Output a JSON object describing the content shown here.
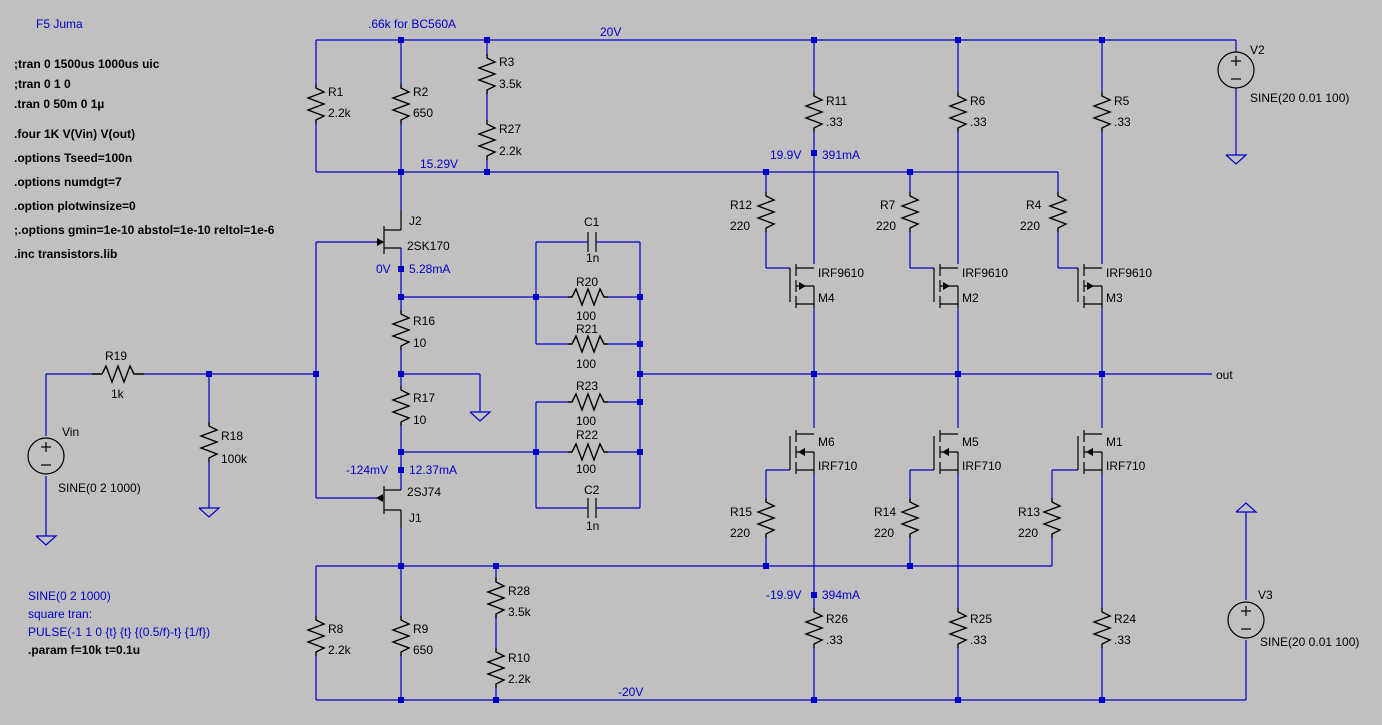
{
  "title": "F5 Juma",
  "directives": {
    "left": [
      ";tran 0 1500us 1000us uic",
      ";tran 0 1 0",
      ".tran 0 50m 0 1µ",
      ".four 1K V(Vin) V(out)",
      ".options Tseed=100n",
      ".options numdgt=7",
      ".option plotwinsize=0",
      ";.options gmin=1e-10 abstol=1e-10 reltol=1e-6",
      ".inc transistors.lib"
    ],
    "bottom": [
      "SINE(0 2 1000)",
      "square tran:",
      "PULSE(-1 1 0 {t} {t} {(0.5/f)-t} {1/f})",
      ".param f=10k t=0.1u"
    ]
  },
  "nets": {
    "vplus": "20V",
    "vminus": "-20V",
    "note_bc560": ".66k for BC560A",
    "out": "out",
    "v_bias": "15.29V"
  },
  "probes": {
    "top_v": "19.9V",
    "top_i": "391mA",
    "bot_v": "-19.9V",
    "bot_i": "394mA",
    "j2_v": "0V",
    "j2_i": "5.28mA",
    "j1_v": "-124mV",
    "j1_i": "12.37mA"
  },
  "resistors": {
    "R1": {
      "name": "R1",
      "value": "2.2k"
    },
    "R2": {
      "name": "R2",
      "value": "650"
    },
    "R3": {
      "name": "R3",
      "value": "3.5k"
    },
    "R27": {
      "name": "R27",
      "value": "2.2k"
    },
    "R11": {
      "name": "R11",
      "value": ".33"
    },
    "R6": {
      "name": "R6",
      "value": ".33"
    },
    "R5": {
      "name": "R5",
      "value": ".33"
    },
    "R12": {
      "name": "R12",
      "value": "220"
    },
    "R7": {
      "name": "R7",
      "value": "220"
    },
    "R4": {
      "name": "R4",
      "value": "220"
    },
    "R20": {
      "name": "R20",
      "value": "100"
    },
    "R21": {
      "name": "R21",
      "value": "100"
    },
    "R23": {
      "name": "R23",
      "value": "100"
    },
    "R22": {
      "name": "R22",
      "value": "100"
    },
    "R16": {
      "name": "R16",
      "value": "10"
    },
    "R17": {
      "name": "R17",
      "value": "10"
    },
    "R19": {
      "name": "R19",
      "value": "1k"
    },
    "R18": {
      "name": "R18",
      "value": "100k"
    },
    "R15": {
      "name": "R15",
      "value": "220"
    },
    "R14": {
      "name": "R14",
      "value": "220"
    },
    "R13": {
      "name": "R13",
      "value": "220"
    },
    "R8": {
      "name": "R8",
      "value": "2.2k"
    },
    "R9": {
      "name": "R9",
      "value": "650"
    },
    "R28": {
      "name": "R28",
      "value": "3.5k"
    },
    "R10": {
      "name": "R10",
      "value": "2.2k"
    },
    "R26": {
      "name": "R26",
      "value": ".33"
    },
    "R25": {
      "name": "R25",
      "value": ".33"
    },
    "R24": {
      "name": "R24",
      "value": ".33"
    }
  },
  "capacitors": {
    "C1": {
      "name": "C1",
      "value": "1n"
    },
    "C2": {
      "name": "C2",
      "value": "1n"
    }
  },
  "transistors": {
    "J2": {
      "name": "J2",
      "model": "2SK170"
    },
    "J1": {
      "name": "J1",
      "model": "2SJ74"
    },
    "M4": {
      "name": "M4",
      "model": "IRF9610"
    },
    "M2": {
      "name": "M2",
      "model": "IRF9610"
    },
    "M3": {
      "name": "M3",
      "model": "IRF9610"
    },
    "M6": {
      "name": "M6",
      "model": "IRF710"
    },
    "M5": {
      "name": "M5",
      "model": "IRF710"
    },
    "M1": {
      "name": "M1",
      "model": "IRF710"
    }
  },
  "sources": {
    "V2": {
      "name": "V2",
      "value": "SINE(20 0.01 100)"
    },
    "V3": {
      "name": "V3",
      "value": "SINE(20 0.01 100)"
    },
    "Vin": {
      "name": "Vin",
      "value": "SINE(0 2 1000)"
    }
  }
}
